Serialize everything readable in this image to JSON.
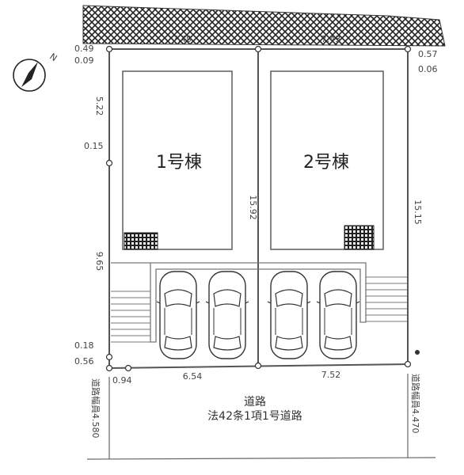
{
  "buildings": {
    "b1": "1号棟",
    "b2": "2号棟"
  },
  "dimensions": {
    "top_left_width": "7.49",
    "top_right_width": "7.43",
    "bottom_left_width": "6.54",
    "bottom_right_width": "7.52",
    "left_upper": "5.22",
    "left_lower": "9.65",
    "middle": "15.92",
    "right": "15.15",
    "offset_tl_a": "0.49",
    "offset_tl_b": "0.09",
    "offset_tr_a": "0.57",
    "offset_tr_b": "0.06",
    "offset_left_mid": "0.15",
    "offset_bl_a": "0.18",
    "offset_bl_b": "0.56",
    "offset_bl_c": "0.94"
  },
  "road": {
    "title": "道路",
    "law": "法42条1項1号道路",
    "width_left": "道路幅員4.580",
    "width_right": "道路幅員4.470"
  },
  "compass": {
    "north": "N"
  }
}
